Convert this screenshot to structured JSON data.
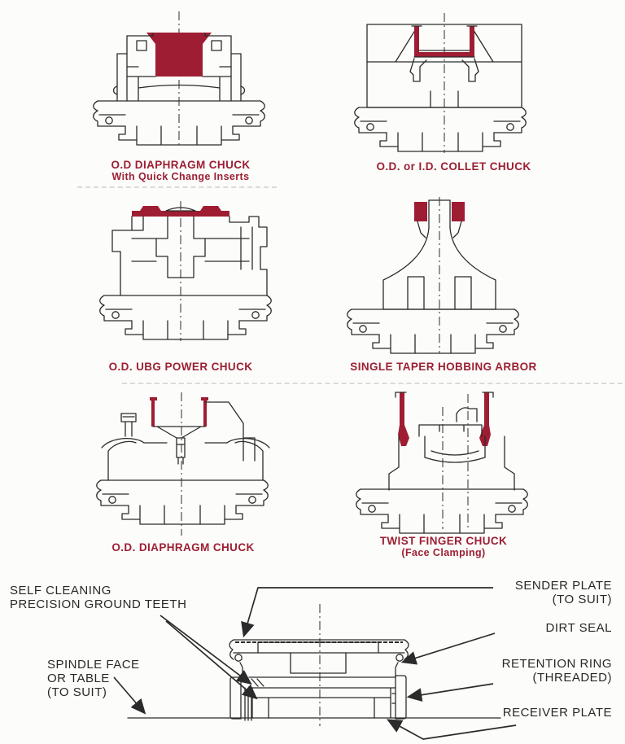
{
  "colors": {
    "accent": "#9c1f33",
    "highlight_fill": "#9e1d32",
    "ink": "#2b2b2b",
    "paper": "#fcfcfa"
  },
  "figures": [
    {
      "title": "O.D DIAPHRAGM CHUCK",
      "subtitle": "With Quick Change Inserts"
    },
    {
      "title": "O.D. or I.D. COLLET CHUCK"
    },
    {
      "title": "O.D. UBG POWER CHUCK"
    },
    {
      "title": "SINGLE TAPER HOBBING ARBOR"
    },
    {
      "title": "O.D. DIAPHRAGM CHUCK"
    },
    {
      "title": "TWIST FINGER CHUCK",
      "subtitle": "(Face Clamping)"
    }
  ],
  "assembly_labels": {
    "self_cleaning_1": "SELF CLEANING",
    "self_cleaning_2": "PRECISION GROUND TEETH",
    "spindle_1": "SPINDLE FACE",
    "spindle_2": "OR TABLE",
    "spindle_3": "(TO SUIT)",
    "sender_1": "SENDER PLATE",
    "sender_2": "(TO SUIT)",
    "dirt_seal": "DIRT SEAL",
    "retention_1": "RETENTION RING",
    "retention_2": "(THREADED)",
    "receiver": "RECEIVER PLATE"
  }
}
